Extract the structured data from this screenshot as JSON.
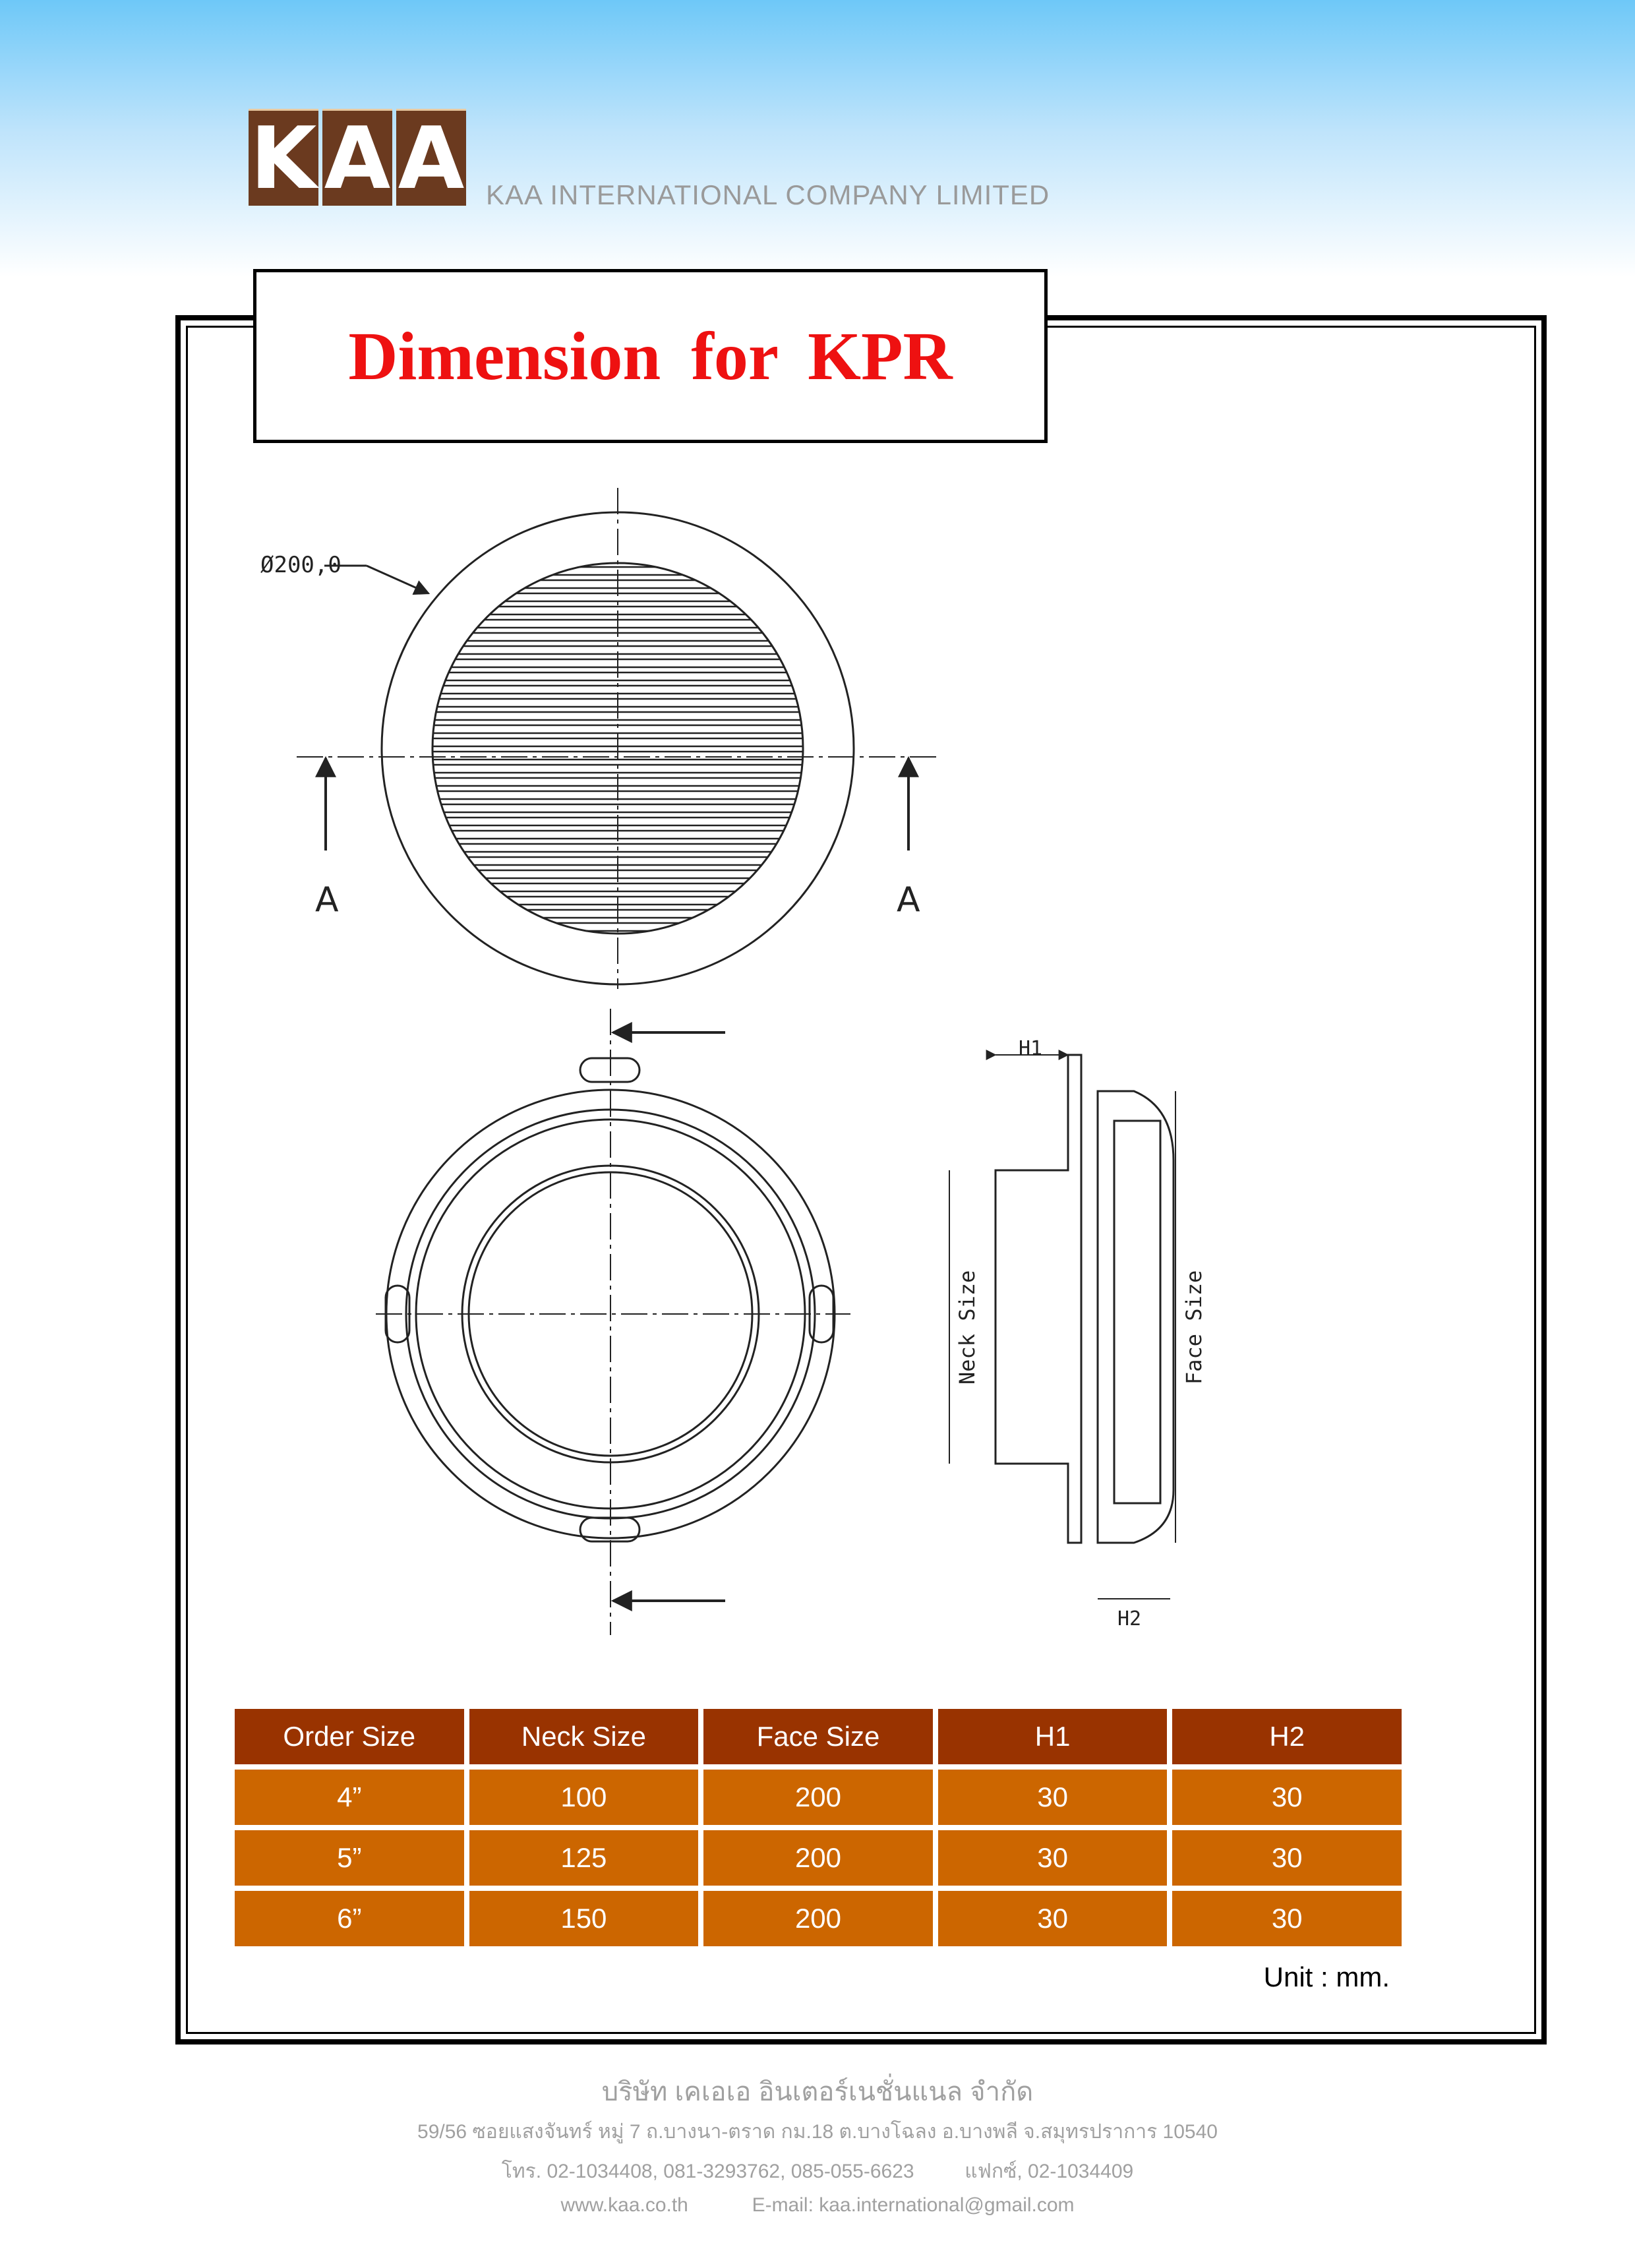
{
  "header": {
    "logo_letters": [
      "K",
      "A",
      "A"
    ],
    "company_name": "KAA INTERNATIONAL COMPANY LIMITED"
  },
  "title": "Dimension for  KPR",
  "drawing": {
    "diameter_label": "Ø200,0",
    "section_mark": "A",
    "h1": "H1",
    "h2": "H2",
    "neck_size": "Neck Size",
    "face_size": "Face Size"
  },
  "table": {
    "headers": [
      "Order Size",
      "Neck Size",
      "Face Size",
      "H1",
      "H2"
    ],
    "rows": [
      [
        "4”",
        "100",
        "200",
        "30",
        "30"
      ],
      [
        "5”",
        "125",
        "200",
        "30",
        "30"
      ],
      [
        "6”",
        "150",
        "200",
        "30",
        "30"
      ]
    ]
  },
  "unit": "Unit : mm.",
  "footer": {
    "company_thai": "บริษัท เคเอเอ อินเตอร์เนชั่นแนล จำกัด",
    "address": "59/56 ซอยแสงจันทร์  หมู่ 7 ถ.บางนา-ตราด กม.18 ต.บางโฉลง อ.บางพลี จ.สมุทรปราการ 10540",
    "phone": "โทร. 02-1034408, 081-3293762, 085-055-6623",
    "fax": "แฟกซ์,  02-1034409",
    "website": "www.kaa.co.th",
    "email": "E-mail: kaa.international@gmail.com"
  }
}
